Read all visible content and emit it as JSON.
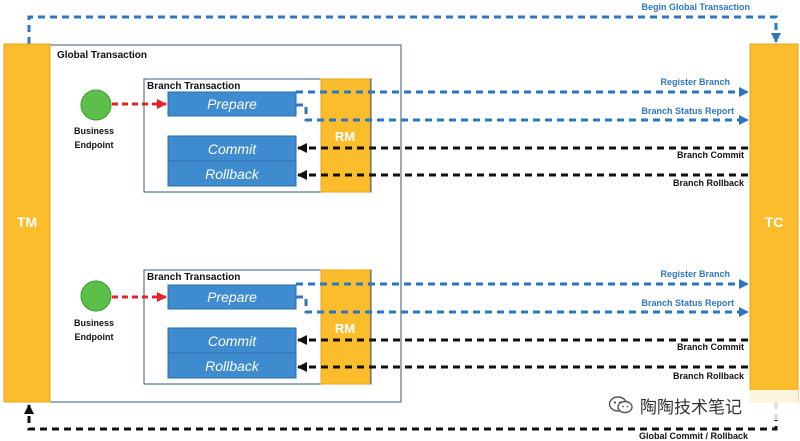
{
  "colors": {
    "actor_fill": "#fbbd2c",
    "actor_stroke": "#e3a718",
    "task_fill": "#3f8bd0",
    "task_stroke": "#2a6eac",
    "endpoint_fill": "#5cbf4a",
    "blue_arrow": "#2d77c2",
    "black_arrow": "#111111",
    "red_arrow": "#e4242a",
    "label_blue": "#2d77c2",
    "frame": "#3a5a7a"
  },
  "tm_label": "TM",
  "tc_label": "TC",
  "global_transaction_label": "Global Transaction",
  "begin_global_transaction": "Begin Global Transaction",
  "global_commit_rollback": "Global Commit / Rollback",
  "branches": [
    {
      "title": "Branch Transaction",
      "endpoint_line1": "Business",
      "endpoint_line2": "Endpoint",
      "prepare": "Prepare",
      "commit": "Commit",
      "rollback": "Rollback",
      "rm": "RM",
      "register_branch": "Register Branch",
      "branch_status_report": "Branch Status Report",
      "branch_commit": "Branch Commit",
      "branch_rollback": "Branch Rollback"
    },
    {
      "title": "Branch Transaction",
      "endpoint_line1": "Business",
      "endpoint_line2": "Endpoint",
      "prepare": "Prepare",
      "commit": "Commit",
      "rollback": "Rollback",
      "rm": "RM",
      "register_branch": "Register Branch",
      "branch_status_report": "Branch Status Report",
      "branch_commit": "Branch Commit",
      "branch_rollback": "Branch Rollback"
    }
  ],
  "watermark": {
    "text": "陶陶技术笔记",
    "icon": "wechat-icon"
  }
}
